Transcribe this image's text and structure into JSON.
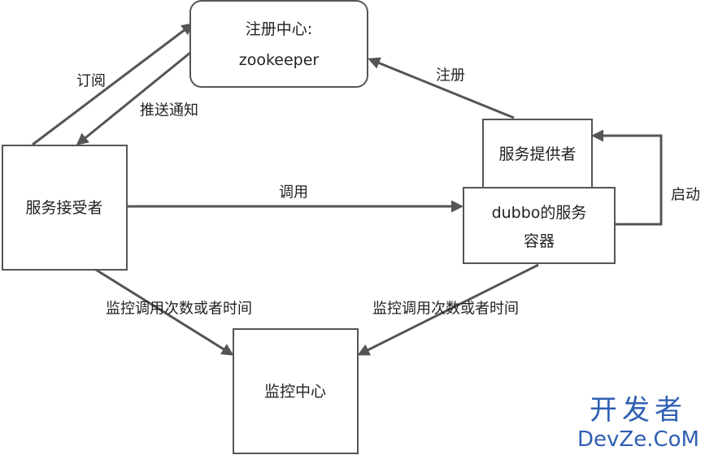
{
  "nodes": {
    "registry": {
      "line1": "注册中心:",
      "line2": "zookeeper"
    },
    "provider": {
      "label": "服务提供者"
    },
    "consumer": {
      "label": "服务接受者"
    },
    "container": {
      "line1": "dubbo的服务",
      "line2": "容器"
    },
    "monitor": {
      "label": "监控中心"
    }
  },
  "edges": {
    "subscribe": "订阅",
    "notify": "推送通知",
    "register": "注册",
    "invoke": "调用",
    "start": "启动",
    "monitor_left": "监控调用次数或者时间",
    "monitor_right": "监控调用次数或者时间"
  },
  "watermark": {
    "cn": "开发者",
    "en": "DevZe.CoM"
  },
  "colors": {
    "stroke": "#555555",
    "watermark": "#2f5fb3"
  }
}
